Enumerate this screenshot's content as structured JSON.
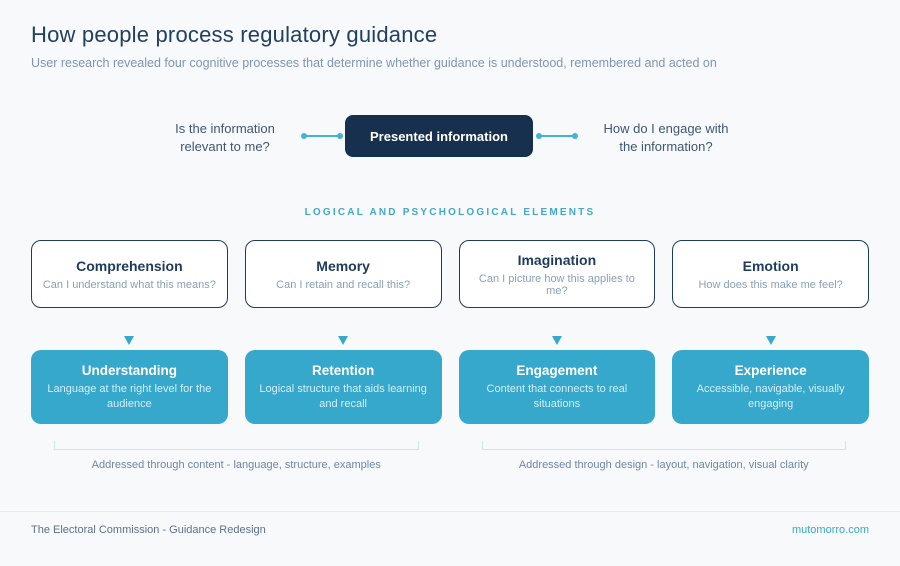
{
  "header": {
    "title": "How people process regulatory guidance",
    "subtitle": "User research revealed four cognitive processes that determine whether guidance is understood, remembered and acted on"
  },
  "hub": {
    "label": "Presented information",
    "left_question": "Is the information relevant to me?",
    "right_question": "How do I engage with the information?"
  },
  "section_label": "LOGICAL AND PSYCHOLOGICAL ELEMENTS",
  "columns": [
    {
      "process": "Comprehension",
      "process_question": "Can I understand what this means?",
      "outcome": "Understanding",
      "outcome_desc": "Language at the right level for the audience"
    },
    {
      "process": "Memory",
      "process_question": "Can I retain and recall this?",
      "outcome": "Retention",
      "outcome_desc": "Logical structure that aids learning and recall"
    },
    {
      "process": "Imagination",
      "process_question": "Can I picture how this applies to me?",
      "outcome": "Engagement",
      "outcome_desc": "Content that connects to real situations"
    },
    {
      "process": "Emotion",
      "process_question": "How does this make me feel?",
      "outcome": "Experience",
      "outcome_desc": "Accessible, navigable, visually engaging"
    }
  ],
  "braces": [
    {
      "label": "Addressed through content - language, structure, examples"
    },
    {
      "label": "Addressed through design - layout, navigation, visual clarity"
    }
  ],
  "footer": {
    "left": "The Electoral Commission - Guidance Redesign",
    "right": "mutomorro.com"
  },
  "colors": {
    "background": "#f7f9fb",
    "navy": "#16304d",
    "teal": "#35a8cb",
    "pale_teal_brace": "#c9e8ee",
    "muted_text": "#7f96b2"
  }
}
